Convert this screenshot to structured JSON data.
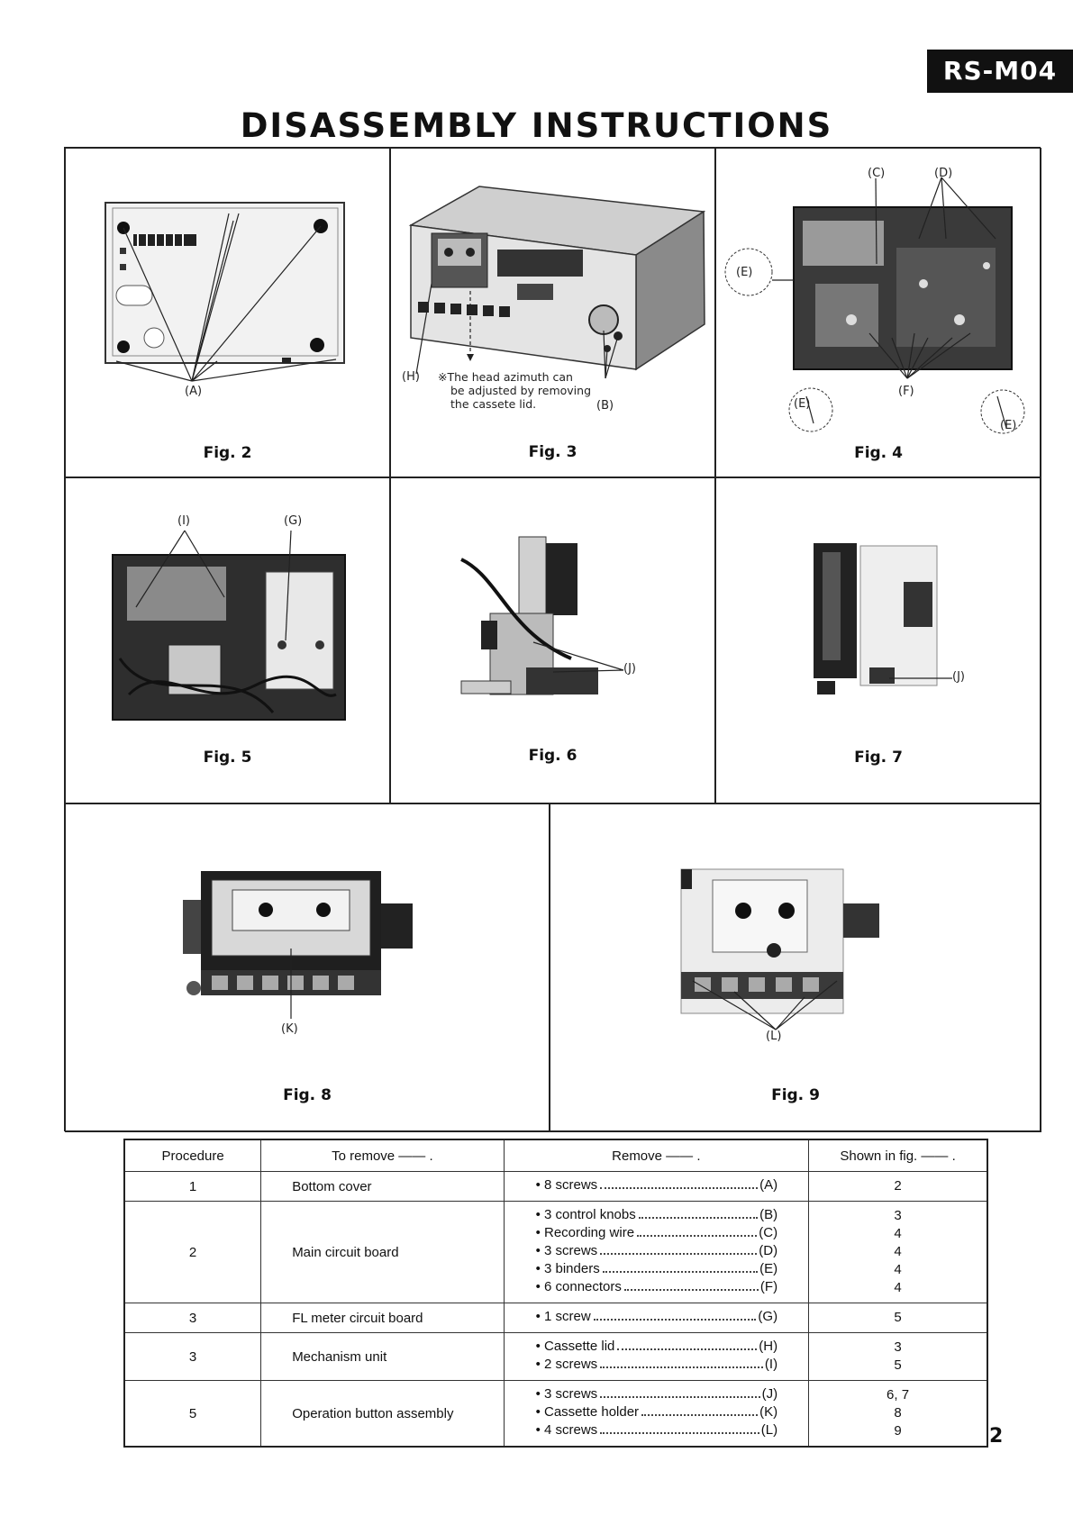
{
  "header": {
    "model": "RS-M04",
    "title": "DISASSEMBLY INSTRUCTIONS"
  },
  "figures": [
    {
      "caption": "Fig. 2",
      "callouts": [
        "(A)"
      ]
    },
    {
      "caption": "Fig. 3",
      "callouts": [
        "(H)",
        "(B)"
      ],
      "note": [
        "※The head azimuth can",
        "be adjusted by removing",
        "the cassete lid."
      ]
    },
    {
      "caption": "Fig. 4",
      "callouts": [
        "(C)",
        "(D)",
        "(E)",
        "(F)",
        "(E)",
        "(E)"
      ]
    },
    {
      "caption": "Fig. 5",
      "callouts": [
        "(I)",
        "(G)"
      ]
    },
    {
      "caption": "Fig. 6",
      "callouts": [
        "(J)"
      ]
    },
    {
      "caption": "Fig. 7",
      "callouts": [
        "(J)"
      ]
    },
    {
      "caption": "Fig. 8",
      "callouts": [
        "(K)"
      ]
    },
    {
      "caption": "Fig. 9",
      "callouts": [
        "(L)"
      ]
    }
  ],
  "table": {
    "headers": [
      "Procedure",
      "To remove —— .",
      "Remove —— .",
      "Shown in fig. —— ."
    ],
    "rows": [
      {
        "procedure": "1",
        "target": "Bottom cover",
        "items": [
          {
            "label": "• 8 screws",
            "ref": "(A)",
            "fig": "2"
          }
        ]
      },
      {
        "procedure": "2",
        "target": "Main circuit board",
        "items": [
          {
            "label": "• 3 control knobs",
            "ref": "(B)",
            "fig": "3"
          },
          {
            "label": "• Recording wire",
            "ref": "(C)",
            "fig": "4"
          },
          {
            "label": "• 3 screws",
            "ref": "(D)",
            "fig": "4"
          },
          {
            "label": "• 3 binders",
            "ref": "(E)",
            "fig": "4"
          },
          {
            "label": "• 6 connectors",
            "ref": "(F)",
            "fig": "4"
          }
        ]
      },
      {
        "procedure": "3",
        "target": "FL meter circuit board",
        "items": [
          {
            "label": "• 1 screw",
            "ref": "(G)",
            "fig": "5"
          }
        ]
      },
      {
        "procedure": "3",
        "target": "Mechanism unit",
        "items": [
          {
            "label": "• Cassette lid",
            "ref": "(H)",
            "fig": "3"
          },
          {
            "label": "• 2 screws",
            "ref": "(I)",
            "fig": "5"
          }
        ]
      },
      {
        "procedure": "5",
        "target": "Operation button assembly",
        "items": [
          {
            "label": "• 3 screws",
            "ref": "(J)",
            "fig": "6, 7"
          },
          {
            "label": "• Cassette holder",
            "ref": "(K)",
            "fig": "8"
          },
          {
            "label": "• 4 screws",
            "ref": "(L)",
            "fig": "9"
          }
        ]
      }
    ]
  },
  "page_number": "2"
}
